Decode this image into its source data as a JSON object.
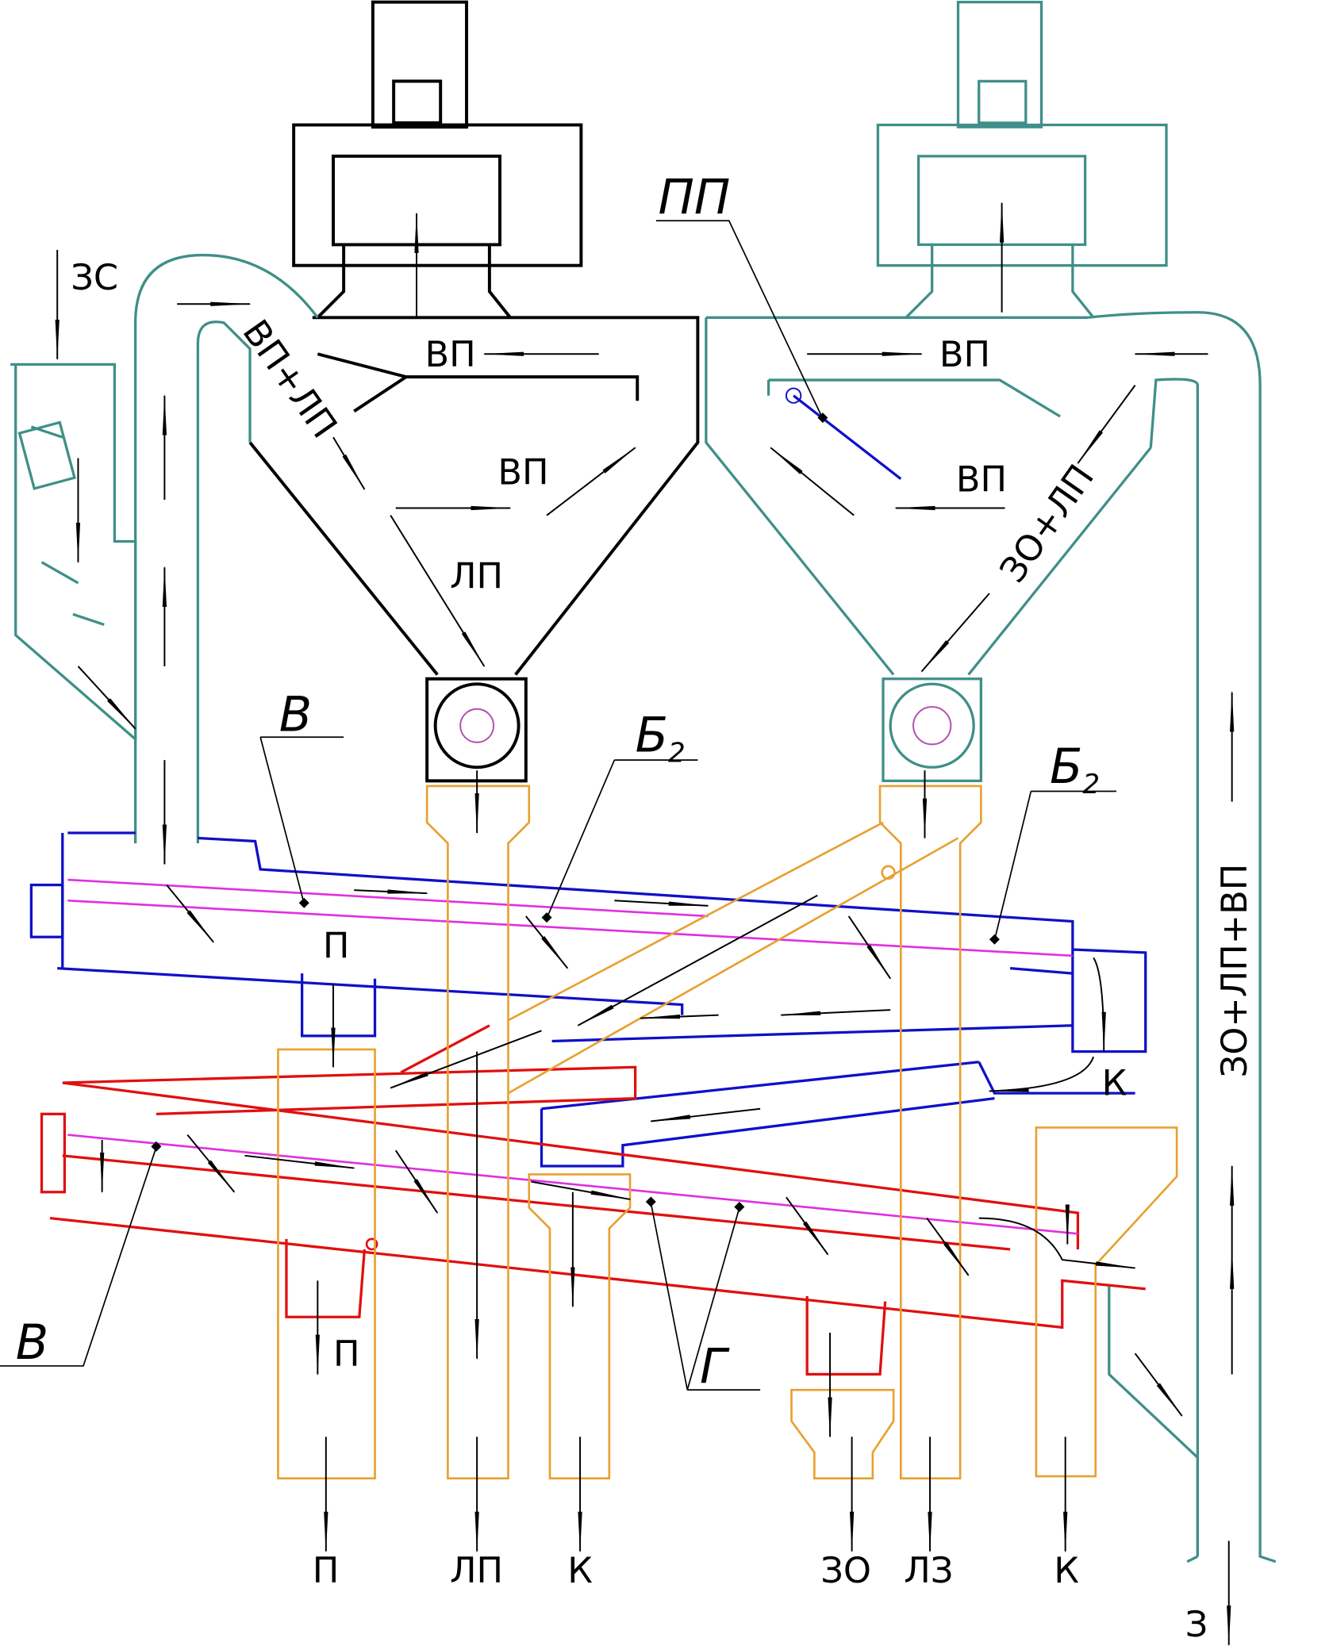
{
  "title": "Схема потоков аспирационно-сепарационной установки",
  "colors": {
    "teal": "#3f8f88",
    "blue": "#1010c8",
    "red": "#e01010",
    "orange": "#e8a030",
    "magenta": "#e030e0"
  },
  "labels": {
    "zs": "ЗС",
    "vp_lp": "ВП+ЛП",
    "vp_left_top": "ВП",
    "vp_left_mid": "ВП",
    "lp_mid": "ЛП",
    "pp": "ПП",
    "vp_right_top": "ВП",
    "vp_right_mid": "ВП",
    "zo_lp": "ЗО+ЛП",
    "zo_lp_vp": "ЗО+ЛП+ВП",
    "v_top": "В",
    "v_bottom": "В",
    "b2_left": "Б",
    "b2_left_sub": "2",
    "b2_right": "Б",
    "b2_right_sub": "2",
    "p_mid": "П",
    "p_lower": "П",
    "k_mid": "К",
    "g": "Г"
  },
  "outputs": [
    "П",
    "ЛП",
    "К",
    "ЗО",
    "ЛЗ",
    "К",
    "З"
  ]
}
